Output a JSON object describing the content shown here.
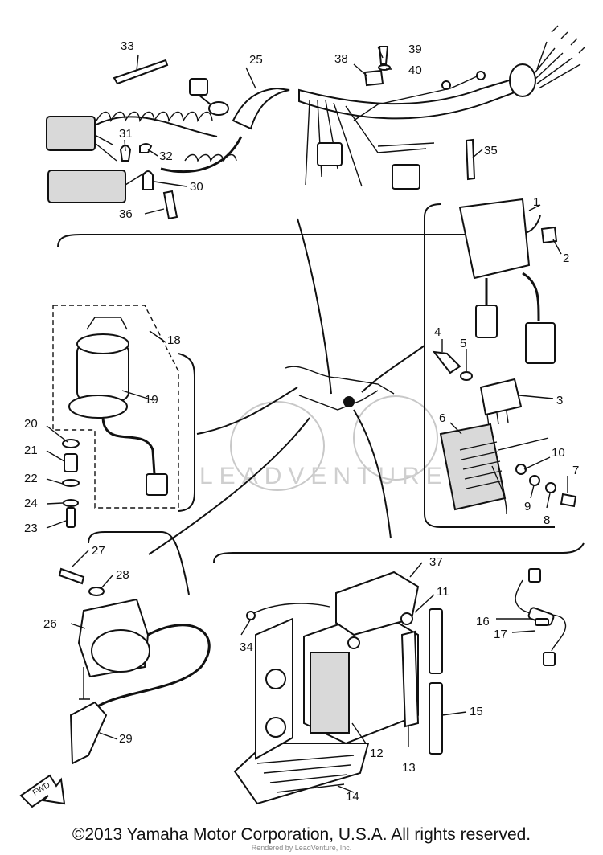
{
  "diagram": {
    "callouts": [
      "1",
      "2",
      "3",
      "4",
      "5",
      "6",
      "7",
      "8",
      "9",
      "10",
      "11",
      "12",
      "13",
      "14",
      "15",
      "16",
      "17",
      "18",
      "19",
      "20",
      "21",
      "22",
      "23",
      "24",
      "25",
      "26",
      "27",
      "28",
      "29",
      "30",
      "31",
      "32",
      "33",
      "34",
      "35",
      "36",
      "37",
      "38",
      "39",
      "40"
    ],
    "watermark": "LEADVENTURE",
    "fwd_label": "FWD",
    "copyright": "©2013 Yamaha Motor Corporation, U.S.A. All rights reserved.",
    "rendered_by": "Rendered by LeadVenture, Inc."
  }
}
